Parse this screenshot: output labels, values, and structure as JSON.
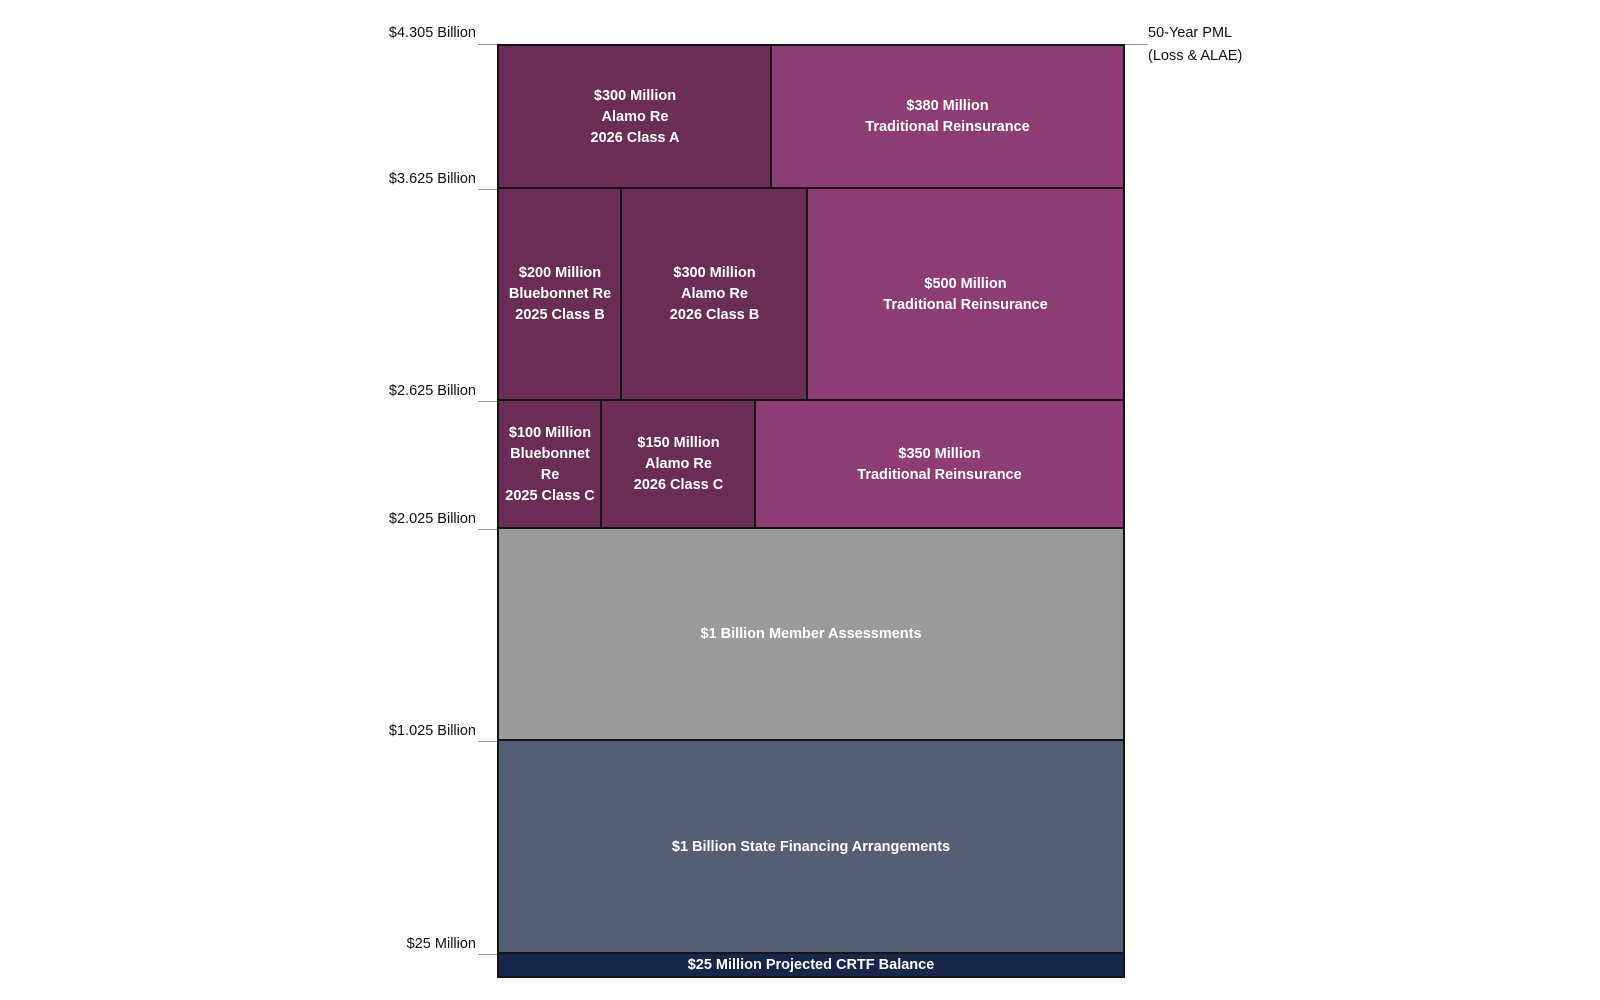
{
  "axis_labels": [
    "$4.305 Billion",
    "$3.625 Billion",
    "$2.625 Billion",
    "$2.025 Billion",
    "$1.025 Billion",
    "$25 Million"
  ],
  "pml_label": "50-Year PML\n(Loss & ALAE)",
  "layers": [
    {
      "id": "alamo-2026-a",
      "label": "$300 Million\nAlamo Re\n2026 Class A",
      "color": "#6b2d55"
    },
    {
      "id": "trad-380",
      "label": "$380 Million\nTraditional Reinsurance",
      "color": "#8e3c74"
    },
    {
      "id": "bluebonnet-2025-b",
      "label": "$200 Million\nBluebonnet Re\n2025 Class B",
      "color": "#6b2d55"
    },
    {
      "id": "alamo-2026-b",
      "label": "$300 Million\nAlamo Re\n2026 Class B",
      "color": "#6b2d55"
    },
    {
      "id": "trad-500",
      "label": "$500 Million\nTraditional Reinsurance",
      "color": "#8e3c74"
    },
    {
      "id": "bluebonnet-2025-c",
      "label": "$100 Million\nBluebonnet Re\n2025 Class C",
      "color": "#6b2d55"
    },
    {
      "id": "alamo-2026-c",
      "label": "$150 Million\nAlamo Re\n2026 Class C",
      "color": "#6b2d55"
    },
    {
      "id": "trad-350",
      "label": "$350 Million\nTraditional Reinsurance",
      "color": "#8e3c74"
    },
    {
      "id": "member-assessments",
      "label": "$1 Billion Member Assessments",
      "color": "#9b9b9b"
    },
    {
      "id": "state-financing",
      "label": "$1 Billion State Financing Arrangements",
      "color": "#555f72"
    },
    {
      "id": "crtf-balance",
      "label": "$25 Million Projected CRTF Balance",
      "color": "#17274a"
    }
  ]
}
